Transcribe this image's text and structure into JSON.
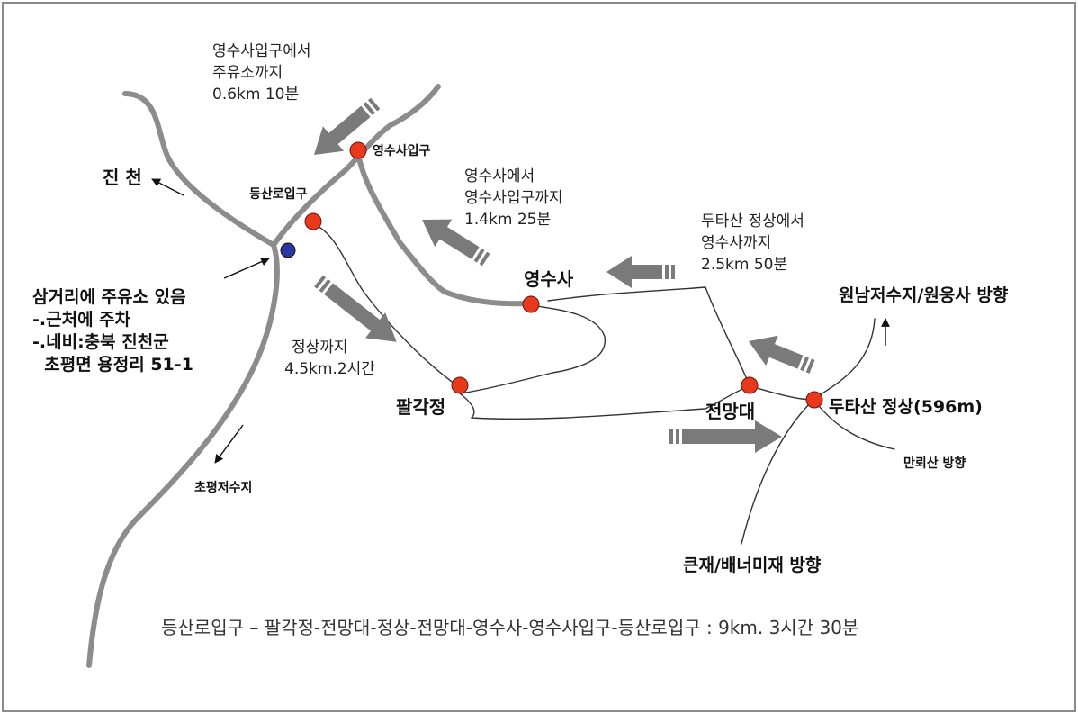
{
  "colors": {
    "road": "#8c8c8c",
    "trail": "#333333",
    "waypoint": "#e8391c",
    "fuel_station": "#2a36a0",
    "direction_arrow": "#7a7a7a"
  },
  "places": {
    "jincheon": "진 천",
    "trailhead": "등산로입구",
    "yeongsusa_entrance": "영수사입구",
    "yeongsusa": "영수사",
    "palgakjeong": "팔각정",
    "jeonmangdae": "전망대",
    "summit": "두타산 정상(596m)",
    "wonnam": "원남저수지/원웅사 방향",
    "manroesan": "만뢰산 방향",
    "keunje": "큰재/배너미재 방향",
    "chopyeong": "초평저수지"
  },
  "segments": {
    "entrance_to_fuel": [
      "영수사입구에서",
      "주유소까지",
      "0.6km 10분"
    ],
    "temple_to_entrance": [
      "영수사에서",
      "영수사입구까지",
      "1.4km 25분"
    ],
    "summit_to_temple": [
      "두타산 정상에서",
      "영수사까지",
      "2.5km 50분"
    ],
    "to_summit": [
      "정상까지",
      "4.5km.2시간"
    ]
  },
  "notes": {
    "intersection": [
      "삼거리에 주유소 있음",
      "-.근처에 주차",
      "-.네비:충북 진천군",
      "  초평면 용정리 51-1"
    ]
  },
  "route_summary": "등산로입구 – 팔각정-전망대-정상-전망대-영수사-영수사입구-등산로입구 : 9km. 3시간 30분"
}
